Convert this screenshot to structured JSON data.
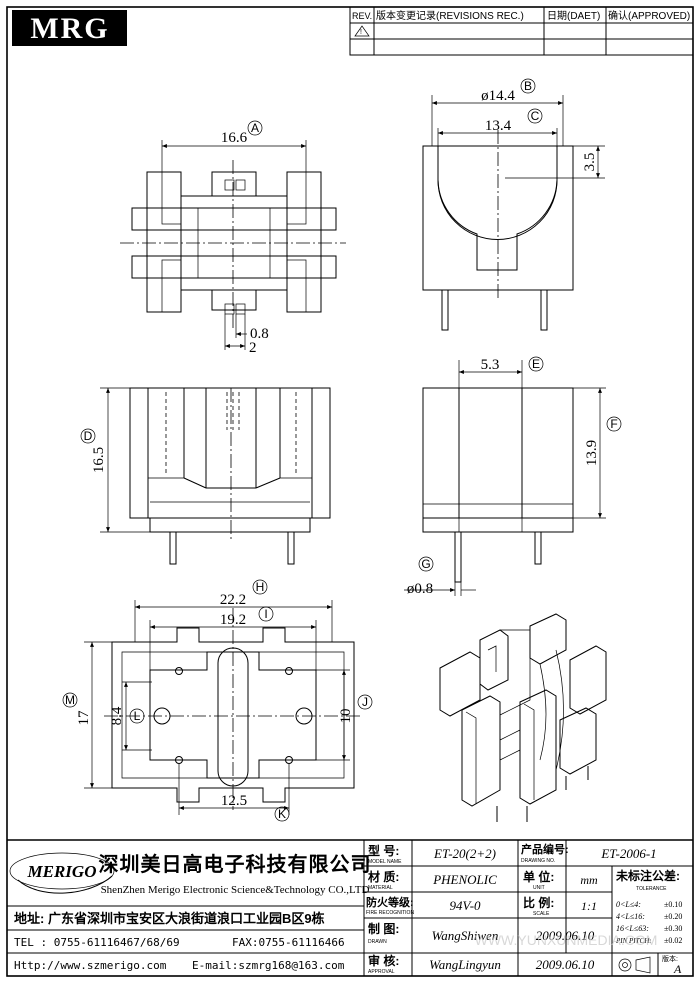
{
  "logo": {
    "text": "MRG"
  },
  "revision_table": {
    "col_rev": "REV.",
    "col_record": "版本变更记录(REVISIONS REC.)",
    "col_date": "日期(DAET)",
    "col_approved": "确认(APPROVED)"
  },
  "dimensions": {
    "d16_6": "16.6",
    "d0_8": "0.8",
    "d2": "2",
    "d14_4": "ø14.4",
    "d13_4": "13.4",
    "d3_5": "3.5",
    "d16_5": "16.5",
    "d5_3": "5.3",
    "d13_9": "13.9",
    "dpin": "ø0.8",
    "d22_2": "22.2",
    "d19_2": "19.2",
    "d17": "17",
    "d8_4": "8.4",
    "d10": "10",
    "d12_5": "12.5"
  },
  "callouts": [
    "A",
    "B",
    "C",
    "D",
    "E",
    "F",
    "G",
    "H",
    "I",
    "J",
    "K",
    "L",
    "M"
  ],
  "company": {
    "name_cn": "深圳美日高电子科技有限公司",
    "name_en": "ShenZhen Merigo Electronic Science&Technology CO.,LTD",
    "logo_text": "MERIGO",
    "address": "地址: 广东省深圳市宝安区大浪街道浪口工业园B区9栋",
    "tel": "TEL : 0755-61116467/68/69",
    "fax": "FAX:0755-61116466",
    "web": "Http://www.szmerigo.com",
    "email": "E-mail:szmrg168@163.com"
  },
  "title_block": {
    "model_label_cn": "型 号:",
    "model_label_en": "MODEL NAME",
    "model_value": "ET-20(2+2)",
    "material_label_cn": "材 质:",
    "material_label_en": "MATERIAL",
    "material_value": "PHENOLIC",
    "flame_label_cn": "防火等级:",
    "flame_label_en": "FIRE RECOGNITION",
    "flame_value": "94V-0",
    "drawn_label_cn": "制 图:",
    "drawn_label_en": "DRAWN",
    "drawn_value": "WangShiwen",
    "approval_label_cn": "审 核:",
    "approval_label_en": "APPROVAL",
    "approval_value": "WangLingyun",
    "drawing_no_label_cn": "产品编号:",
    "drawing_no_label_en": "DRAWING NO.",
    "drawing_no_value": "ET-2006-1",
    "unit_label_cn": "单 位:",
    "unit_label_en": "UNIT",
    "unit_value": "mm",
    "scale_label_cn": "比 例:",
    "scale_label_en": "SCALE",
    "scale_value": "1:1",
    "date1": "2009.06.10",
    "date2": "2009.06.10",
    "tol_title_cn": "未标注公差:",
    "tol_title_en": "TOLERANCE",
    "tol_rows": [
      {
        "range": "0<L≤4:",
        "value": "±0.10"
      },
      {
        "range": "4<L≤16:",
        "value": "±0.20"
      },
      {
        "range": "16<L≤63:",
        "value": "±0.30"
      },
      {
        "range": "PIN PITCH:",
        "value": "±0.02"
      }
    ],
    "version_label": "版本:",
    "version_value": "A"
  },
  "watermark": "WWW.YUNXUNMEDIA.COM"
}
